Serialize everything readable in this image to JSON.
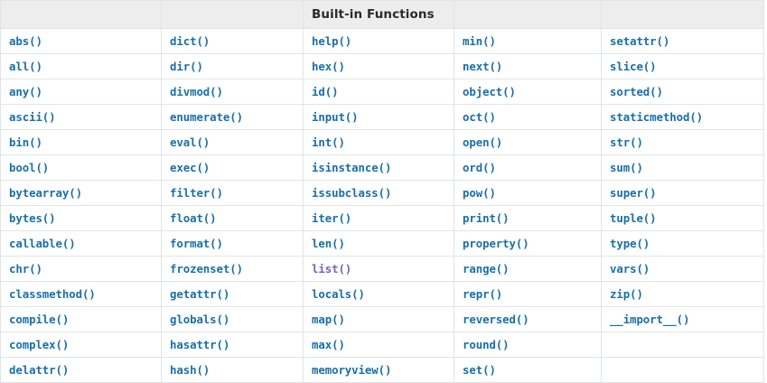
{
  "table": {
    "title": "Built-in Functions",
    "header_column_index": 2,
    "columns": 5,
    "headers": [
      "",
      "",
      "Built-in Functions",
      "",
      ""
    ],
    "link_color": "#1a6fa8",
    "visited_link_color": "#7566b0",
    "header_background": "#ededed",
    "border_color": "#e1e4e5",
    "rows": [
      [
        {
          "label": "abs()",
          "visited": false
        },
        {
          "label": "dict()",
          "visited": false
        },
        {
          "label": "help()",
          "visited": false
        },
        {
          "label": "min()",
          "visited": false
        },
        {
          "label": "setattr()",
          "visited": false
        }
      ],
      [
        {
          "label": "all()",
          "visited": false
        },
        {
          "label": "dir()",
          "visited": false
        },
        {
          "label": "hex()",
          "visited": false
        },
        {
          "label": "next()",
          "visited": false
        },
        {
          "label": "slice()",
          "visited": false
        }
      ],
      [
        {
          "label": "any()",
          "visited": false
        },
        {
          "label": "divmod()",
          "visited": false
        },
        {
          "label": "id()",
          "visited": false
        },
        {
          "label": "object()",
          "visited": false
        },
        {
          "label": "sorted()",
          "visited": false
        }
      ],
      [
        {
          "label": "ascii()",
          "visited": false
        },
        {
          "label": "enumerate()",
          "visited": false
        },
        {
          "label": "input()",
          "visited": false
        },
        {
          "label": "oct()",
          "visited": false
        },
        {
          "label": "staticmethod()",
          "visited": false
        }
      ],
      [
        {
          "label": "bin()",
          "visited": false
        },
        {
          "label": "eval()",
          "visited": false
        },
        {
          "label": "int()",
          "visited": false
        },
        {
          "label": "open()",
          "visited": false
        },
        {
          "label": "str()",
          "visited": false
        }
      ],
      [
        {
          "label": "bool()",
          "visited": false
        },
        {
          "label": "exec()",
          "visited": false
        },
        {
          "label": "isinstance()",
          "visited": false
        },
        {
          "label": "ord()",
          "visited": false
        },
        {
          "label": "sum()",
          "visited": false
        }
      ],
      [
        {
          "label": "bytearray()",
          "visited": false
        },
        {
          "label": "filter()",
          "visited": false
        },
        {
          "label": "issubclass()",
          "visited": false
        },
        {
          "label": "pow()",
          "visited": false
        },
        {
          "label": "super()",
          "visited": false
        }
      ],
      [
        {
          "label": "bytes()",
          "visited": false
        },
        {
          "label": "float()",
          "visited": false
        },
        {
          "label": "iter()",
          "visited": false
        },
        {
          "label": "print()",
          "visited": false
        },
        {
          "label": "tuple()",
          "visited": false
        }
      ],
      [
        {
          "label": "callable()",
          "visited": false
        },
        {
          "label": "format()",
          "visited": false
        },
        {
          "label": "len()",
          "visited": false
        },
        {
          "label": "property()",
          "visited": false
        },
        {
          "label": "type()",
          "visited": false
        }
      ],
      [
        {
          "label": "chr()",
          "visited": false
        },
        {
          "label": "frozenset()",
          "visited": false
        },
        {
          "label": "list()",
          "visited": true
        },
        {
          "label": "range()",
          "visited": false
        },
        {
          "label": "vars()",
          "visited": false
        }
      ],
      [
        {
          "label": "classmethod()",
          "visited": false
        },
        {
          "label": "getattr()",
          "visited": false
        },
        {
          "label": "locals()",
          "visited": false
        },
        {
          "label": "repr()",
          "visited": false
        },
        {
          "label": "zip()",
          "visited": false
        }
      ],
      [
        {
          "label": "compile()",
          "visited": false
        },
        {
          "label": "globals()",
          "visited": false
        },
        {
          "label": "map()",
          "visited": false
        },
        {
          "label": "reversed()",
          "visited": false
        },
        {
          "label": "__import__()",
          "visited": false
        }
      ],
      [
        {
          "label": "complex()",
          "visited": false
        },
        {
          "label": "hasattr()",
          "visited": false
        },
        {
          "label": "max()",
          "visited": false
        },
        {
          "label": "round()",
          "visited": false
        },
        {
          "label": "",
          "visited": false
        }
      ],
      [
        {
          "label": "delattr()",
          "visited": false
        },
        {
          "label": "hash()",
          "visited": false
        },
        {
          "label": "memoryview()",
          "visited": false
        },
        {
          "label": "set()",
          "visited": false
        },
        {
          "label": "",
          "visited": false
        }
      ]
    ]
  }
}
